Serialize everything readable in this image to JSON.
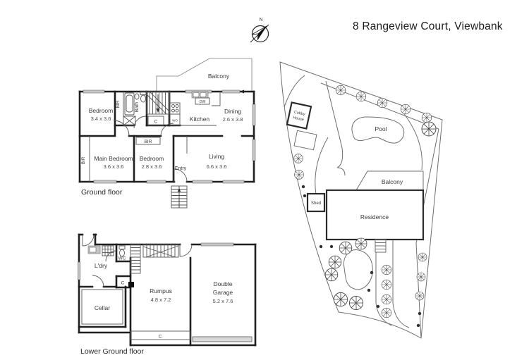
{
  "title": "8 Rangeview Court, Viewbank",
  "compass": {
    "north": "N"
  },
  "ground_floor": {
    "caption": "Ground floor",
    "balcony": "Balcony",
    "bedroom1_name": "Bedroom",
    "bedroom1_dims": "3.4 x 3.6",
    "bir_top": "BIR",
    "bath": "Bath",
    "wo": "WO",
    "closet": "C",
    "kitchen": "Kitchen",
    "dw": "DW",
    "dining_name": "Dining",
    "dining_dims": "2.6 x 3.8",
    "bir_left": "BIR",
    "main_bedroom_name": "Main Bedroom",
    "main_bedroom_dims": "3.6 x 3.6",
    "bir_mid": "BIR",
    "bedroom2_name": "Bedroom",
    "bedroom2_dims": "2.8 x 3.6",
    "entry": "Entry",
    "living_name": "Living",
    "living_dims": "6.6 x 3.6"
  },
  "lower_ground_floor": {
    "caption": "Lower Ground floor",
    "wc": "WC",
    "laundry": "L'dry",
    "closet_upper": "C",
    "cellar": "Cellar",
    "rumpus_name": "Rumpus",
    "rumpus_dims": "4.8 x 7.2",
    "garage_name_line1": "Double",
    "garage_name_line2": "Garage",
    "garage_dims": "5.2 x 7.6",
    "closet_lower": "C"
  },
  "site_plan": {
    "cubby_line1": "Cubby",
    "cubby_line2": "House",
    "pool": "Pool",
    "balcony": "Balcony",
    "shed": "Shed",
    "residence": "Residence"
  },
  "colors": {
    "wall": "#1f1f1f",
    "site_line": "#6e6e6e",
    "window_fill": "#c6c6c6",
    "text": "#3a3a3a"
  }
}
